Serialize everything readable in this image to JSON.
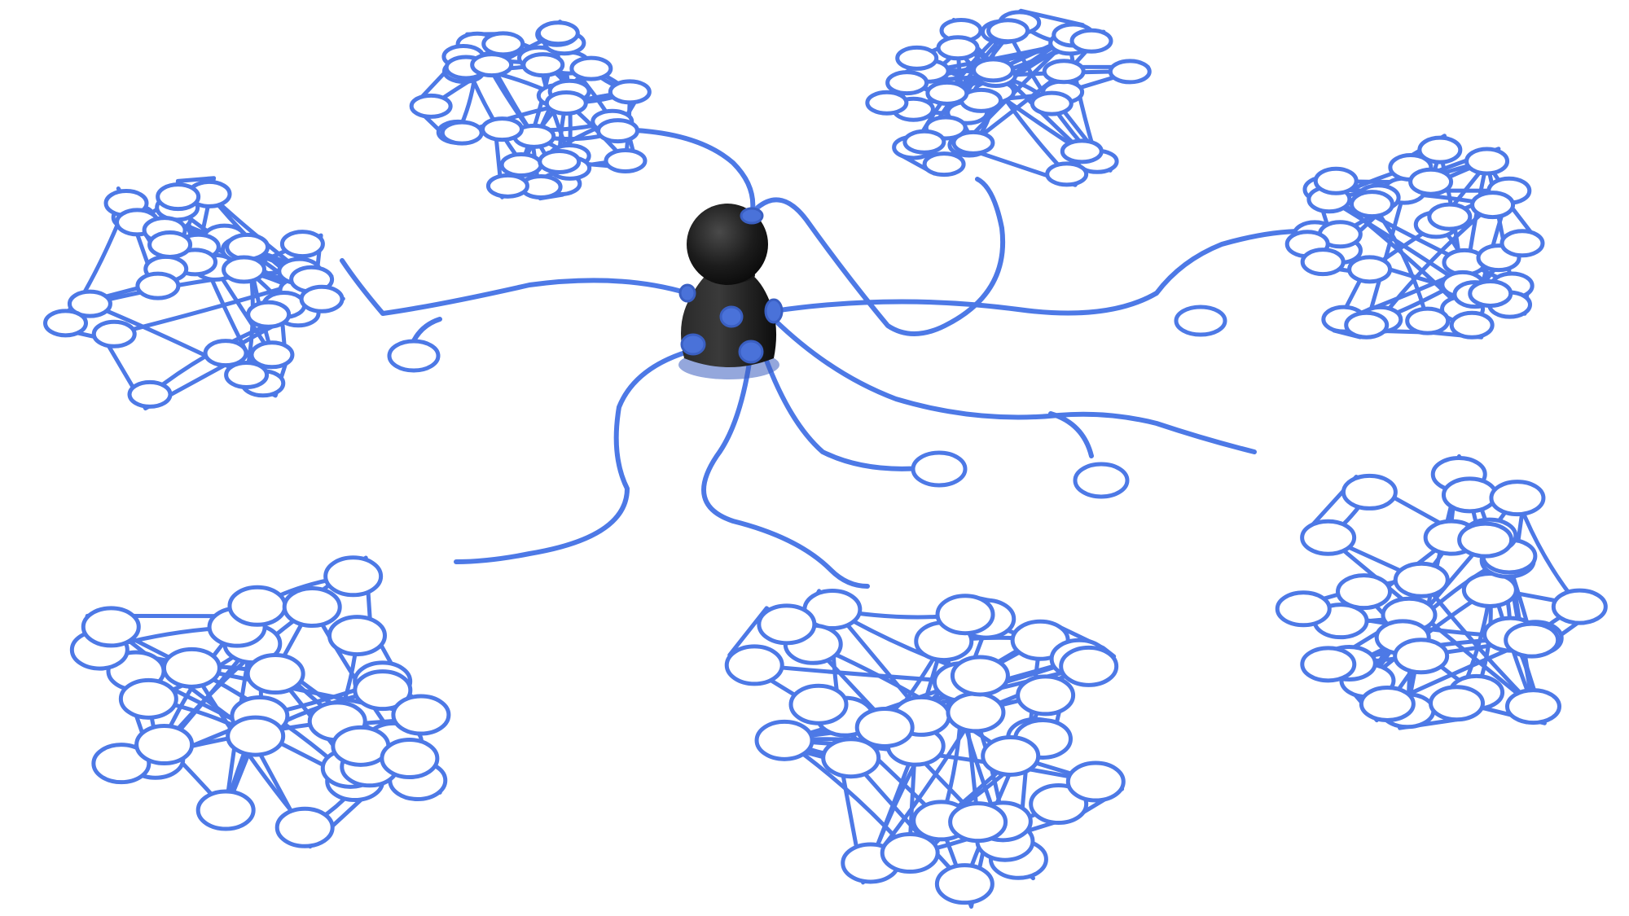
{
  "colors": {
    "background": "#ffffff",
    "network_blue": "#4d79e6",
    "figure_black": "#1f1f1f",
    "plug_blue": "#4a72d9"
  },
  "scene": {
    "subject": "black-pawn-figure",
    "clusters": [
      {
        "name": "cluster-top-left"
      },
      {
        "name": "cluster-top-right"
      },
      {
        "name": "cluster-left"
      },
      {
        "name": "cluster-right"
      },
      {
        "name": "cluster-bottom-left"
      },
      {
        "name": "cluster-bottom-center"
      },
      {
        "name": "cluster-bottom-right"
      }
    ]
  }
}
